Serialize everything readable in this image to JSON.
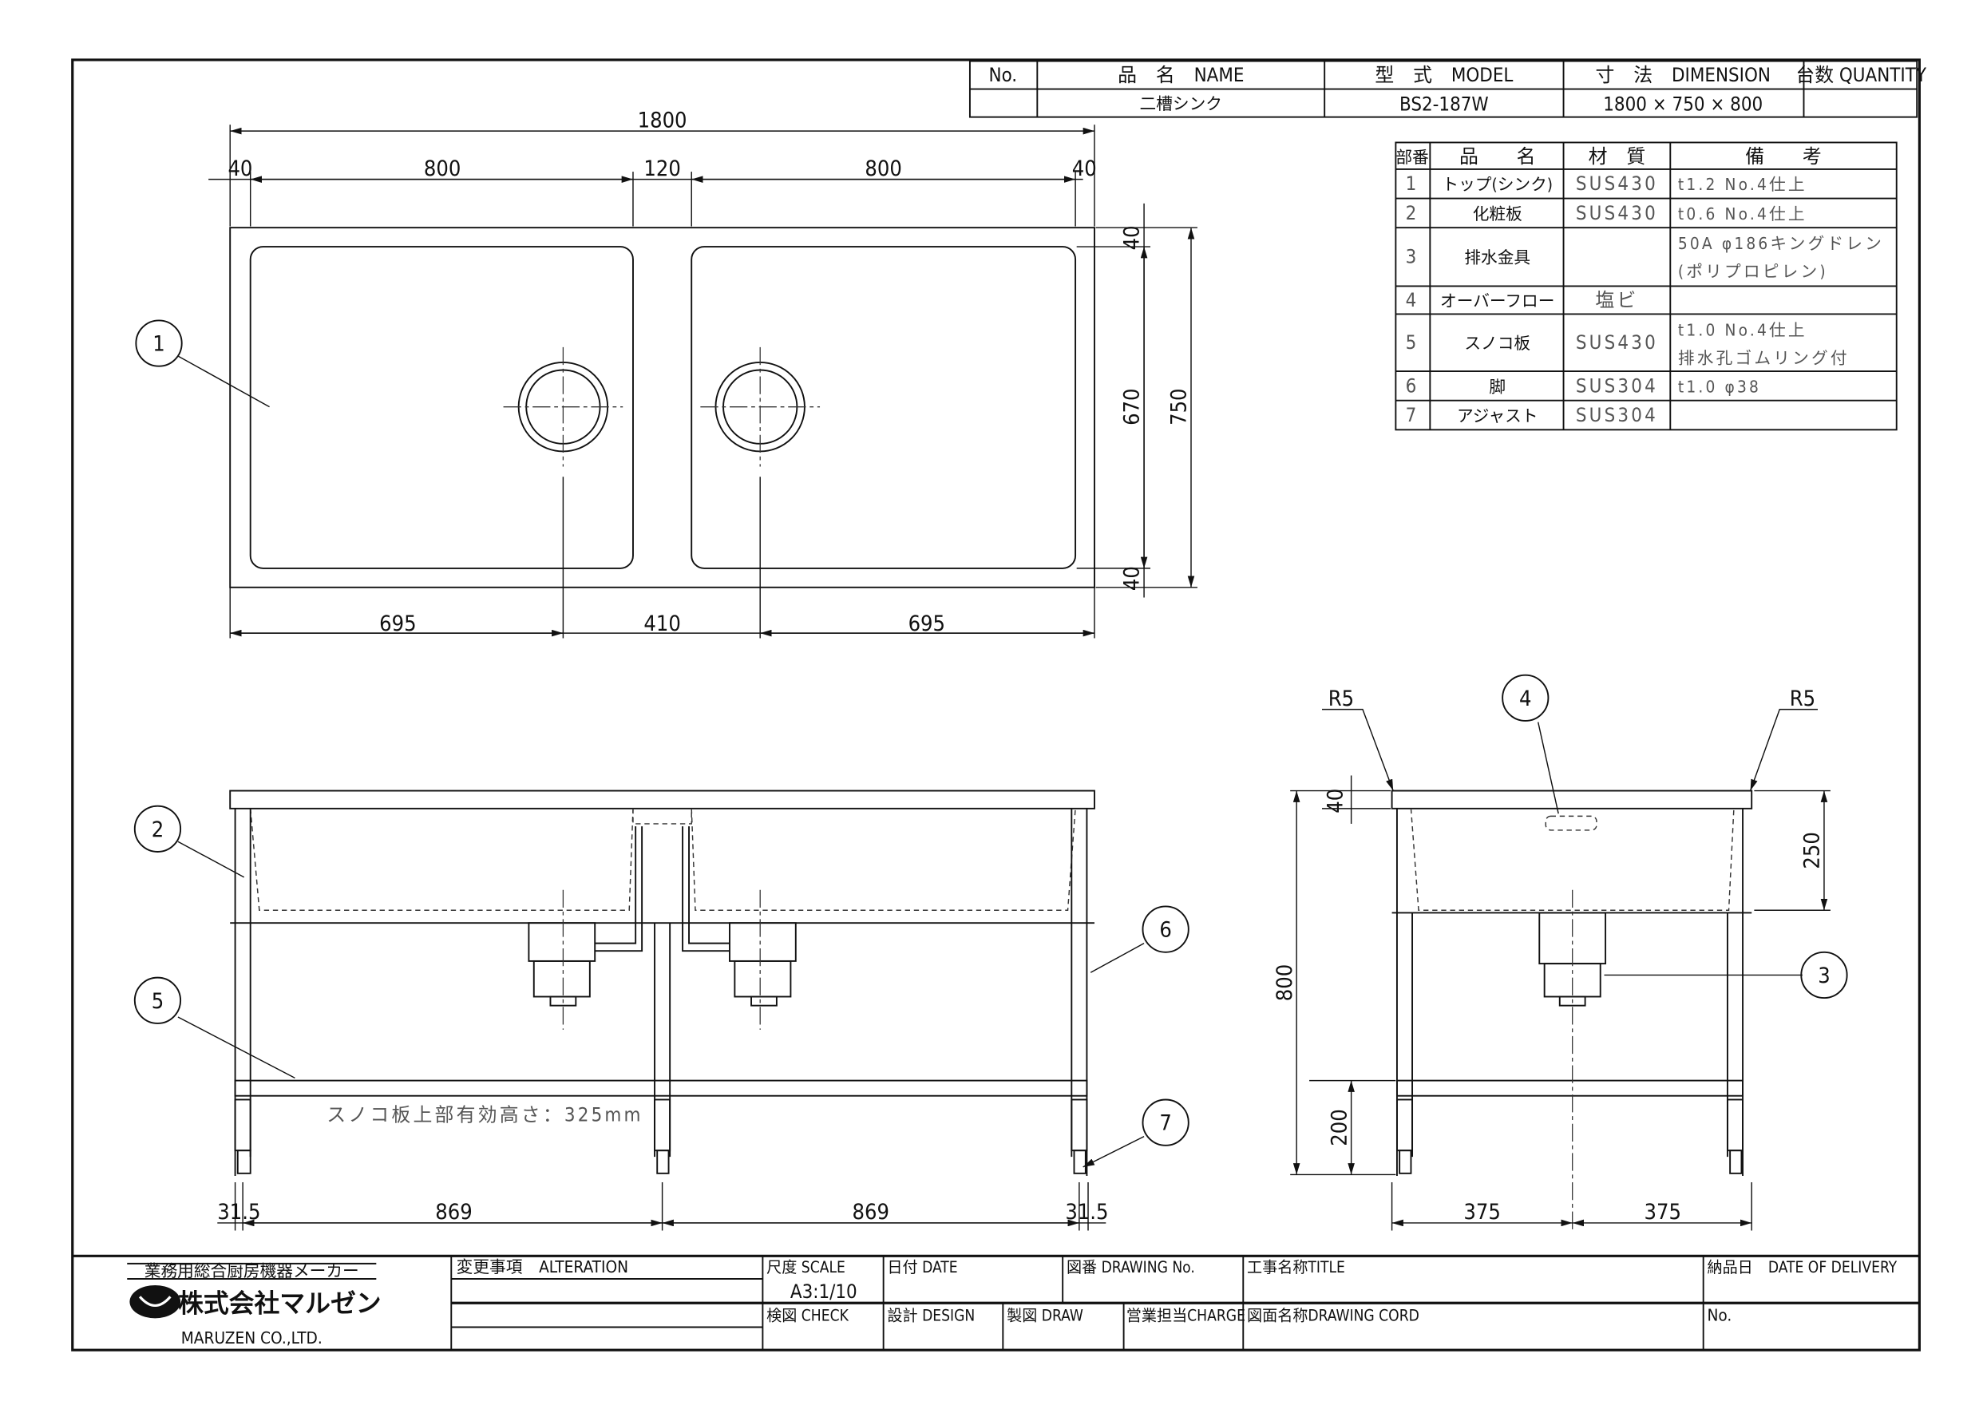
{
  "header_table": {
    "columns": [
      "No.",
      "品　名　NAME",
      "型　式　MODEL",
      "寸　法　DIMENSION",
      "台数 QUANTITY"
    ],
    "row": {
      "no": "",
      "name": "二槽シンク",
      "model": "BS2-187W",
      "dimension": "1800 × 750 × 800",
      "quantity": ""
    }
  },
  "parts_table": {
    "columns": [
      "部番",
      "品　　名",
      "材　質",
      "備　　考"
    ],
    "rows": [
      {
        "no": "1",
        "name": "トップ(シンク)",
        "material": "SUS430",
        "remarks": [
          "t1.2 No.4仕上"
        ]
      },
      {
        "no": "2",
        "name": "化粧板",
        "material": "SUS430",
        "remarks": [
          "t0.6 No.4仕上"
        ]
      },
      {
        "no": "3",
        "name": "排水金具",
        "material": "",
        "remarks": [
          "50A φ186キングドレン",
          "(ポリプロピレン)"
        ]
      },
      {
        "no": "4",
        "name": "オーバーフロー",
        "material": "塩ビ",
        "remarks": [
          ""
        ]
      },
      {
        "no": "5",
        "name": "スノコ板",
        "material": "SUS430",
        "remarks": [
          "t1.0 No.4仕上",
          "排水孔ゴムリング付"
        ]
      },
      {
        "no": "6",
        "name": "脚",
        "material": "SUS304",
        "remarks": [
          "t1.0 φ38"
        ]
      },
      {
        "no": "7",
        "name": "アジャスト",
        "material": "SUS304",
        "remarks": [
          ""
        ]
      }
    ]
  },
  "dimensions": {
    "top": {
      "overall": "1800",
      "edge_l": "40",
      "basin_l": "800",
      "divider": "120",
      "basin_r": "800",
      "edge_r": "40",
      "depth_edge_top": "40",
      "inner_depth": "670",
      "overall_depth": "750",
      "depth_edge_bottom": "40",
      "drain_l": "695",
      "drain_gap": "410",
      "drain_r": "695"
    },
    "front": {
      "leg_off_l": "31.5",
      "span_l": "869",
      "span_r": "869",
      "leg_off_r": "31.5"
    },
    "side": {
      "top_thk": "40",
      "bowl_depth": "250",
      "height": "800",
      "shelf_h": "200",
      "half_l": "375",
      "half_r": "375",
      "radius_l": "R5",
      "radius_r": "R5"
    }
  },
  "callouts": [
    "1",
    "2",
    "3",
    "4",
    "5",
    "6",
    "7"
  ],
  "note": "スノコ板上部有効高さ：325mm",
  "title_block": {
    "maker_tagline": "業務用総合厨房機器メーカー",
    "company_jp": "株式会社マルゼン",
    "company_en": "MARUZEN CO.,LTD.",
    "alteration": "変更事項　ALTERATION",
    "scale_label": "尺度 SCALE",
    "scale_value": "A3:1/10",
    "date": "日付 DATE",
    "drawing_no": "図番 DRAWING No.",
    "title": "工事名称TITLE",
    "delivery": "納品日　DATE OF DELIVERY",
    "check": "検図 CHECK",
    "design": "設計 DESIGN",
    "draw": "製図 DRAW",
    "charge": "営業担当CHARGE",
    "drawing_cord": "図面名称DRAWING CORD",
    "no": "No."
  }
}
